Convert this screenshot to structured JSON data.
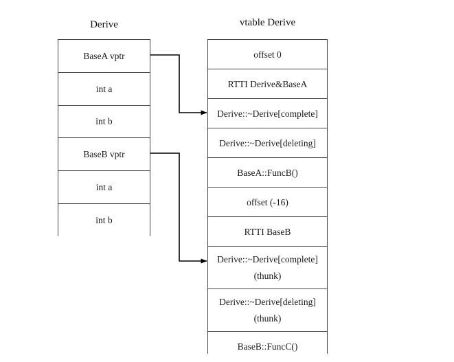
{
  "diagram": {
    "object_layout": {
      "title": "Derive",
      "rows": [
        {
          "label": "BaseA vptr"
        },
        {
          "label": "int a"
        },
        {
          "label": "int b"
        },
        {
          "label": "BaseB vptr"
        },
        {
          "label": "int a"
        },
        {
          "label": "int b"
        }
      ]
    },
    "vtable": {
      "title": "vtable Derive",
      "rows": [
        {
          "label": "offset 0",
          "sub": ""
        },
        {
          "label": "RTTI Derive&BaseA",
          "sub": ""
        },
        {
          "label": "Derive::~Derive[complete]",
          "sub": ""
        },
        {
          "label": "Derive::~Derive[deleting]",
          "sub": ""
        },
        {
          "label": "BaseA::FuncB()",
          "sub": ""
        },
        {
          "label": "offset (-16)",
          "sub": ""
        },
        {
          "label": "RTTI BaseB",
          "sub": ""
        },
        {
          "label": "Derive::~Derive[complete]",
          "sub": "(thunk)"
        },
        {
          "label": "Derive::~Derive[deleting]",
          "sub": "(thunk)"
        },
        {
          "label": "BaseB::FuncC()",
          "sub": ""
        }
      ]
    },
    "connectors": [
      {
        "name": "basea-vptr-to-complete-dtor",
        "from_row": 0,
        "to_row": 2
      },
      {
        "name": "baseb-vptr-to-complete-dtor-thunk",
        "from_row": 3,
        "to_row": 7
      }
    ],
    "colors": {
      "background": "#ffffff",
      "border": "#444444",
      "text": "#111111",
      "connector": "#000000"
    }
  }
}
